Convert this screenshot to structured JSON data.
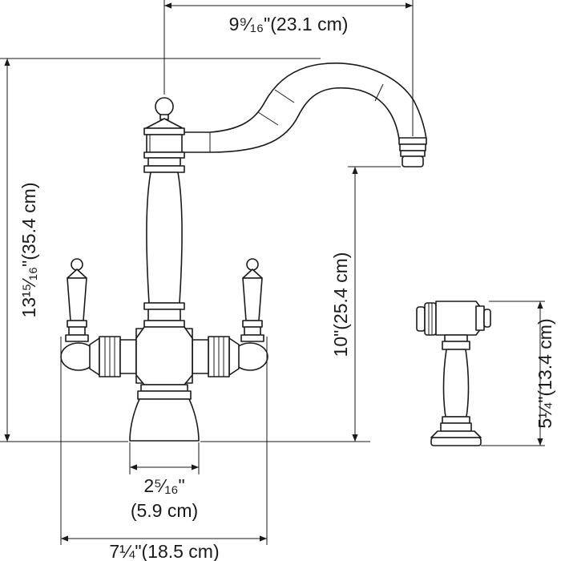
{
  "dimensions": {
    "spout_reach": "9⁹⁄₁₆\"(23.1 cm)",
    "overall_height": "13¹⁵⁄₁₆\"(35.4 cm)",
    "spout_height": "10\"(25.4 cm)",
    "sprayer_height": "5¼\"(13.4 cm)",
    "base_diameter_in": "2⁵⁄₁₆\"",
    "base_diameter_cm": "(5.9 cm)",
    "handle_span": "7¼\"(18.5 cm)"
  },
  "colors": {
    "line": "#1a1a1a",
    "background": "#ffffff"
  }
}
